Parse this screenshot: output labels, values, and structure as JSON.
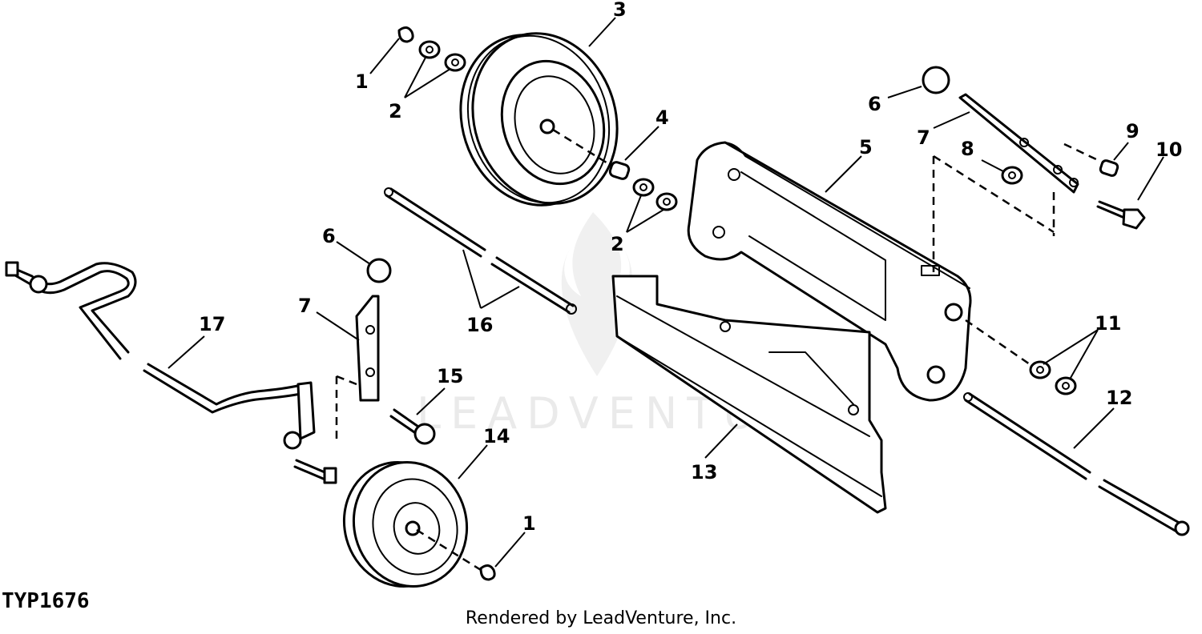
{
  "figure": {
    "code": "TYP1676",
    "credit": "Rendered by LeadVenture, Inc.",
    "watermark": "LEADVENTURE"
  },
  "callouts": [
    {
      "label": "1"
    },
    {
      "label": "2"
    },
    {
      "label": "3"
    },
    {
      "label": "4"
    },
    {
      "label": "2"
    },
    {
      "label": "5"
    },
    {
      "label": "6"
    },
    {
      "label": "7"
    },
    {
      "label": "8"
    },
    {
      "label": "9"
    },
    {
      "label": "10"
    },
    {
      "label": "6"
    },
    {
      "label": "7"
    },
    {
      "label": "17"
    },
    {
      "label": "16"
    },
    {
      "label": "15"
    },
    {
      "label": "11"
    },
    {
      "label": "12"
    },
    {
      "label": "14"
    },
    {
      "label": "13"
    },
    {
      "label": "1"
    }
  ]
}
